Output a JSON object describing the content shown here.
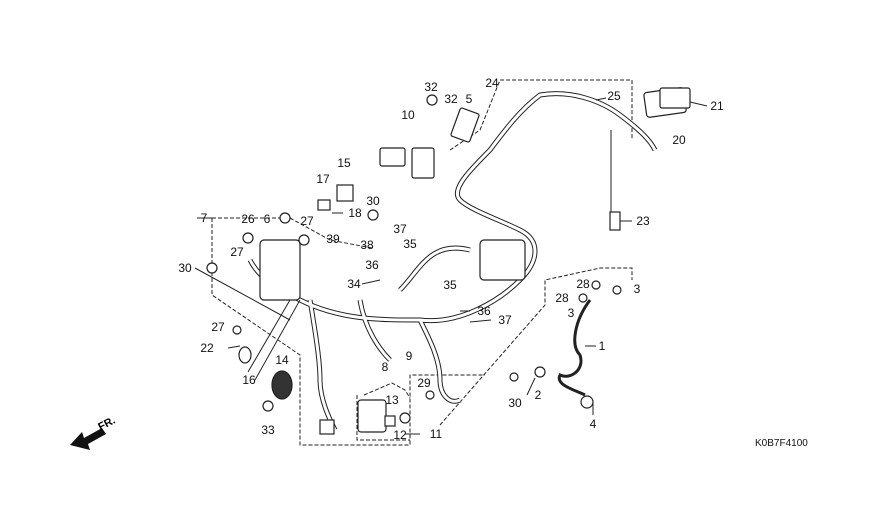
{
  "diagram_code": "K0B7F4100",
  "front_indicator": "FR.",
  "callouts": [
    "32",
    "32",
    "5",
    "24",
    "25",
    "21",
    "20",
    "10",
    "15",
    "17",
    "18",
    "30",
    "7",
    "26",
    "6",
    "27",
    "39",
    "27",
    "30",
    "38",
    "37",
    "35",
    "36",
    "34",
    "23",
    "3",
    "28",
    "28",
    "3",
    "35",
    "36",
    "37",
    "1",
    "27",
    "22",
    "16",
    "14",
    "8",
    "9",
    "29",
    "13",
    "12",
    "11",
    "30",
    "2",
    "4",
    "33"
  ]
}
